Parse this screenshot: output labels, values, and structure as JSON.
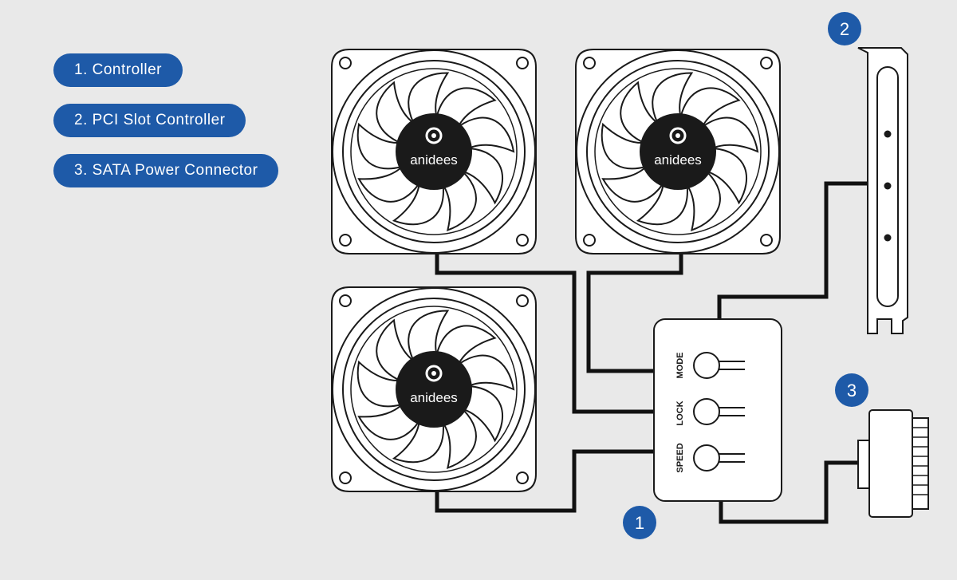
{
  "legend": {
    "items": [
      {
        "label": "1. Controller"
      },
      {
        "label": "2. PCI Slot Controller"
      },
      {
        "label": "3. SATA Power Connector"
      }
    ]
  },
  "fans": [
    {
      "brand": "anidees"
    },
    {
      "brand": "anidees"
    },
    {
      "brand": "anidees"
    }
  ],
  "controller": {
    "buttons": [
      {
        "label": "MODE"
      },
      {
        "label": "LOCK"
      },
      {
        "label": "SPEED"
      }
    ]
  },
  "markers": [
    "1",
    "2",
    "3"
  ],
  "colors": {
    "accent": "#1e5aa8",
    "background": "#e9e9e9",
    "line": "#111111"
  }
}
